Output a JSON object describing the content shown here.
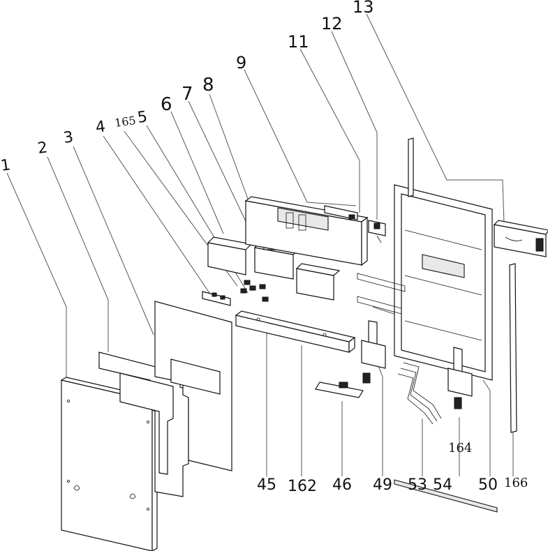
{
  "callouts": [
    {
      "id": "c1",
      "text": "1"
    },
    {
      "id": "c2",
      "text": "2"
    },
    {
      "id": "c3",
      "text": "3"
    },
    {
      "id": "c4",
      "text": "4"
    },
    {
      "id": "c165",
      "text": "165"
    },
    {
      "id": "c5",
      "text": "5"
    },
    {
      "id": "c6",
      "text": "6"
    },
    {
      "id": "c7",
      "text": "7"
    },
    {
      "id": "c8",
      "text": "8"
    },
    {
      "id": "c9",
      "text": "9"
    },
    {
      "id": "c11",
      "text": "11"
    },
    {
      "id": "c12",
      "text": "12"
    },
    {
      "id": "c13",
      "text": "13"
    },
    {
      "id": "c45",
      "text": "45"
    },
    {
      "id": "c162",
      "text": "162"
    },
    {
      "id": "c46",
      "text": "46"
    },
    {
      "id": "c49",
      "text": "49"
    },
    {
      "id": "c53",
      "text": "53"
    },
    {
      "id": "c54",
      "text": "54"
    },
    {
      "id": "c50",
      "text": "50"
    },
    {
      "id": "c166",
      "text": "166"
    },
    {
      "id": "c164",
      "text": "164"
    }
  ]
}
